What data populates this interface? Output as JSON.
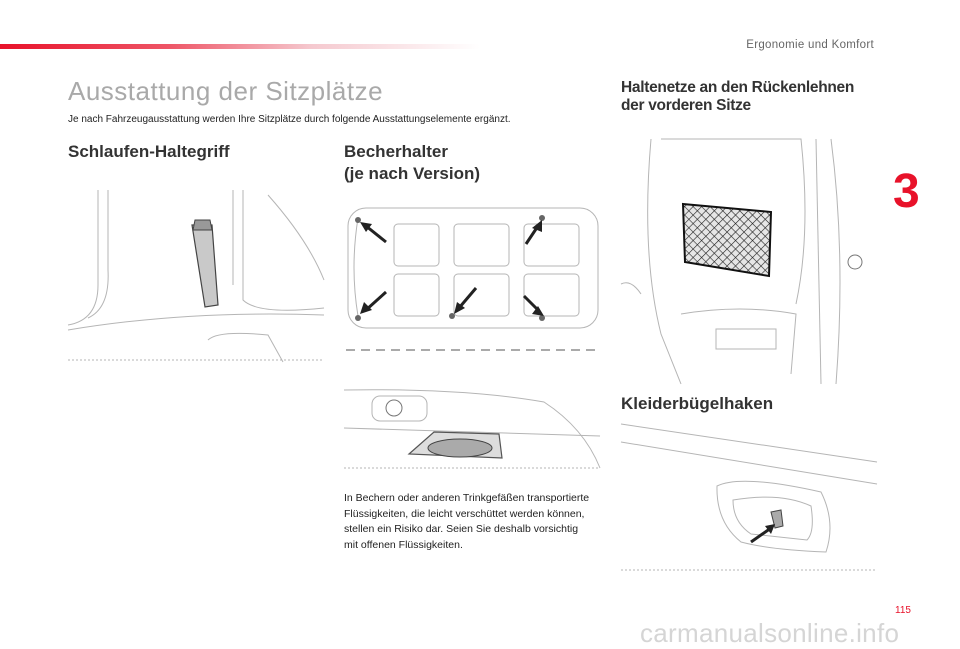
{
  "header": {
    "section": "Ergonomie und Komfort"
  },
  "title": "Ausstattung der Sitzplätze",
  "intro": "Je nach Fahrzeugausstattung werden Ihre Sitzplätze durch folgende Ausstattungselemente ergänzt.",
  "sections": {
    "grab_handle": {
      "heading": "Schlaufen-Haltegriff"
    },
    "cup_holder": {
      "heading_line1": "Becherhalter",
      "heading_line2": "(je nach Version)",
      "warning": "In Bechern oder anderen Trinkgefäßen transportierte Flüssigkeiten, die leicht verschüttet werden können, stellen ein Risiko dar. Seien Sie deshalb vorsichtig mit offenen Flüssigkeiten."
    },
    "seatback_nets": {
      "heading_line1": "Haltenetze an den Rückenlehnen",
      "heading_line2": "der vorderen Sitze"
    },
    "coat_hook": {
      "heading": "Kleiderbügelhaken"
    }
  },
  "chapter_number": "3",
  "page_number": "115",
  "watermark": "carmanualsonline.info",
  "colors": {
    "accent": "#e8122a",
    "title_gray": "#a9a9a9"
  }
}
